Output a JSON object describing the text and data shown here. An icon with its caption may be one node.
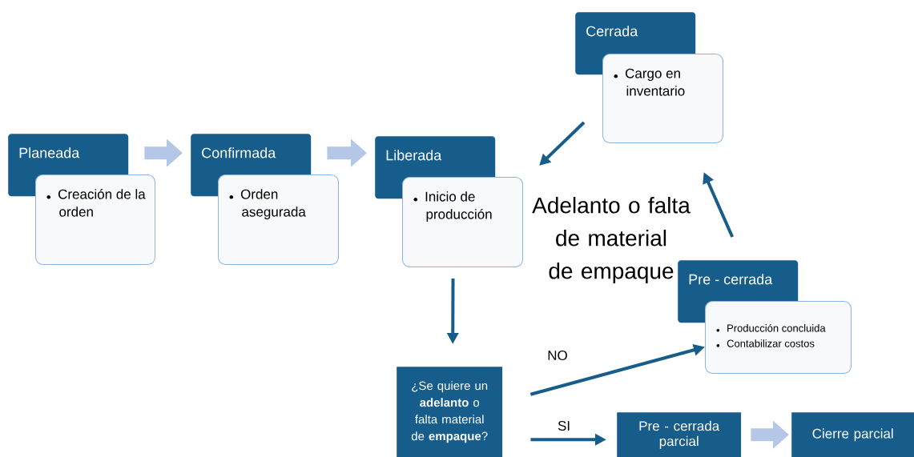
{
  "diagram": {
    "nodes": [
      {
        "text": [
          "Planeada"
        ]
      },
      {
        "text": [
          "Creación de la orden"
        ]
      },
      {
        "text": [
          "Confirmada"
        ]
      },
      {
        "text": [
          "Orden asegurada"
        ]
      },
      {
        "text": [
          "Liberada"
        ]
      },
      {
        "text": [
          "Inicio de producción"
        ]
      },
      {
        "text": [
          "Cerrada"
        ]
      },
      {
        "text": [
          "Cargo en inventario"
        ]
      },
      {
        "text": [
          "Pre - cerrada"
        ]
      },
      {
        "text": [
          "Producción concluida",
          "Contabilizar costos"
        ]
      },
      {
        "text": [
          "¿Se quiere un **adelanto** o falta material de **empaque**?"
        ]
      },
      {
        "text": [
          "Pre - cerrada parcial"
        ]
      },
      {
        "text": [
          "Cierre parcial"
        ]
      }
    ],
    "edges": [
      {
        "from": 0,
        "to": 2,
        "arrow": "to",
        "style": "thick",
        "color": "#b4c7e7"
      },
      {
        "from": 2,
        "to": 4,
        "arrow": "to",
        "style": "thick",
        "color": "#b4c7e7"
      },
      {
        "from": 5,
        "to": 10,
        "arrow": "to"
      },
      {
        "from": 7,
        "to": 5,
        "arrow": "to"
      },
      {
        "from": 8,
        "to": 7,
        "arrow": "to"
      },
      {
        "from": 10,
        "to": 9,
        "arrow": "to",
        "label": "NO"
      },
      {
        "from": 10,
        "to": 11,
        "arrow": "to",
        "label": "SI"
      },
      {
        "from": 11,
        "to": 12,
        "arrow": "to",
        "style": "thick",
        "color": "#b4c7e7"
      }
    ],
    "labels": [
      "Adelanto o falta de material de empaque"
    ]
  }
}
